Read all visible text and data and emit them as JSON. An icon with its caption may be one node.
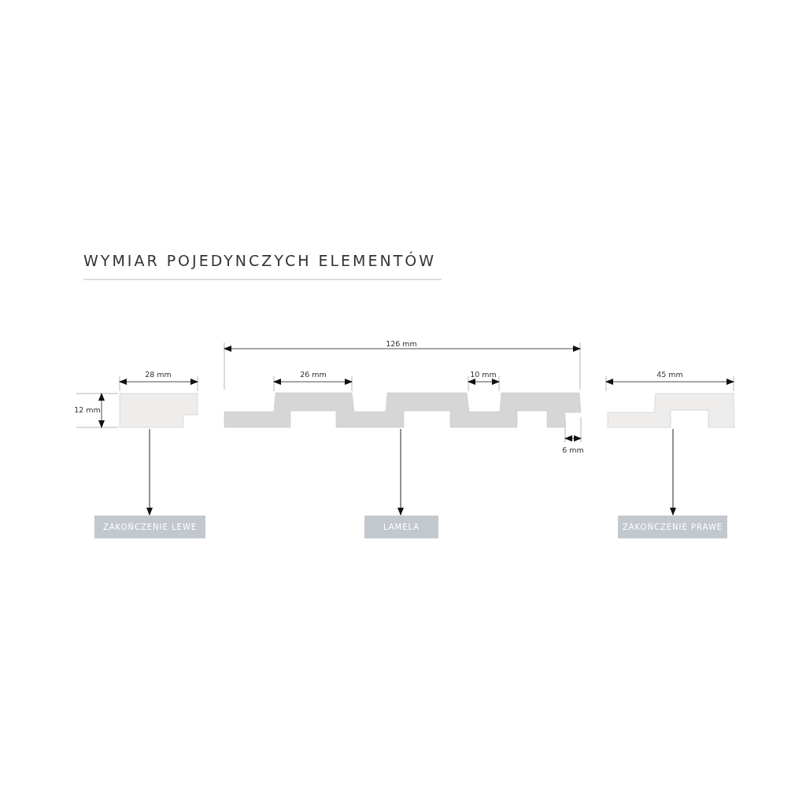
{
  "diagram": {
    "title": "WYMIAR POJEDYNCZYCH ELEMENTÓW",
    "nodes": [
      {
        "text": [],
        "shape": "bar"
      },
      {
        "text": [],
        "shape": "bar"
      },
      {
        "text": [],
        "shape": "bar"
      },
      {
        "text": [
          "ZAKOŃCZENIE LEWE"
        ]
      },
      {
        "text": [
          "LAMELA"
        ]
      },
      {
        "text": [
          "ZAKOŃCZENIE PRAWE"
        ]
      }
    ],
    "edges": [
      {
        "from": 0,
        "to": 3,
        "arrow": "to"
      },
      {
        "from": 1,
        "to": 4,
        "arrow": "to"
      },
      {
        "from": 2,
        "to": 5,
        "arrow": "to"
      }
    ],
    "labels": [
      "126 mm",
      "28 mm",
      "26 mm",
      "10 mm",
      "45 mm",
      "12 mm",
      "6 mm"
    ]
  }
}
